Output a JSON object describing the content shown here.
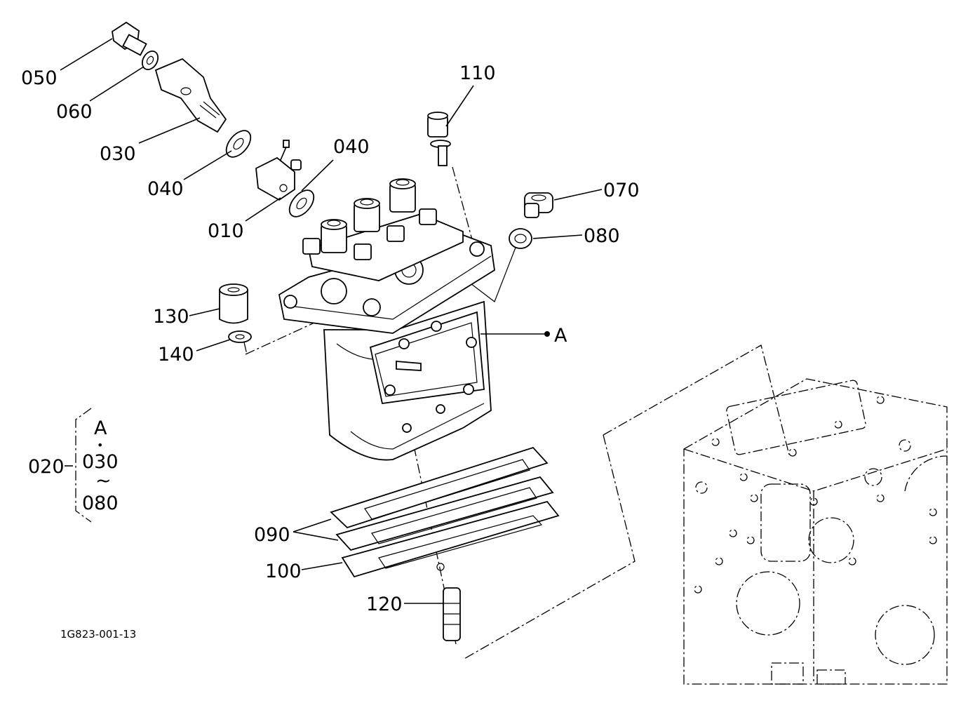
{
  "diagram": {
    "drawing_code": "1G823-001-13",
    "callouts": {
      "p050": "050",
      "p060": "060",
      "p030": "030",
      "p040a": "040",
      "p040b": "040",
      "p010": "010",
      "p110": "110",
      "p070": "070",
      "p080": "080",
      "p130": "130",
      "p140": "140",
      "pA": "A",
      "p090": "090",
      "p100": "100",
      "p120": "120"
    },
    "assembly_legend": {
      "code": "020",
      "top": "A",
      "dot": "•",
      "from": "030",
      "tilde": "~",
      "to": "080"
    }
  }
}
